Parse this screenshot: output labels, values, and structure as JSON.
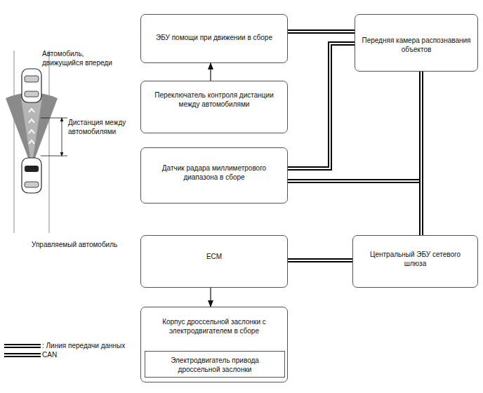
{
  "diagram": {
    "nodes": [
      {
        "text": [
          "ЭБУ помощи при движении в сборе"
        ]
      },
      {
        "text": [
          "Передняя камера распознавания объектов"
        ]
      },
      {
        "text": [
          "Переключатель контроля дистанции между автомобилями"
        ]
      },
      {
        "text": [
          "Датчик радара миллиметрового диапазона в сборе"
        ]
      },
      {
        "text": [
          "ECM"
        ]
      },
      {
        "text": [
          "Центральный ЭБУ сетевого шлюза"
        ]
      },
      {
        "text": [
          "Корпус дроссельной заслонки с электродвигателем в сборе"
        ]
      },
      {
        "text": [
          "Электродвигатель привода дроссельной заслонки"
        ],
        "in": 6
      }
    ],
    "edges": [
      {
        "from": 2,
        "to": 0,
        "arrow": "to"
      },
      {
        "from": 0,
        "to": 1,
        "arrow": "none"
      },
      {
        "from": 3,
        "to": 1,
        "arrow": "none"
      },
      {
        "from": 3,
        "to": 5,
        "arrow": "none"
      },
      {
        "from": 1,
        "to": 5,
        "arrow": "none"
      },
      {
        "from": 4,
        "to": 5,
        "arrow": "none"
      },
      {
        "from": 4,
        "to": 6,
        "arrow": "to"
      }
    ],
    "labels": [
      "Автомобиль, движущийся впереди",
      "Дистанция между автомобилями",
      "Управляемый автомобиль"
    ],
    "legend": [
      {
        "text": ": Линия передачи данных CAN"
      }
    ]
  }
}
